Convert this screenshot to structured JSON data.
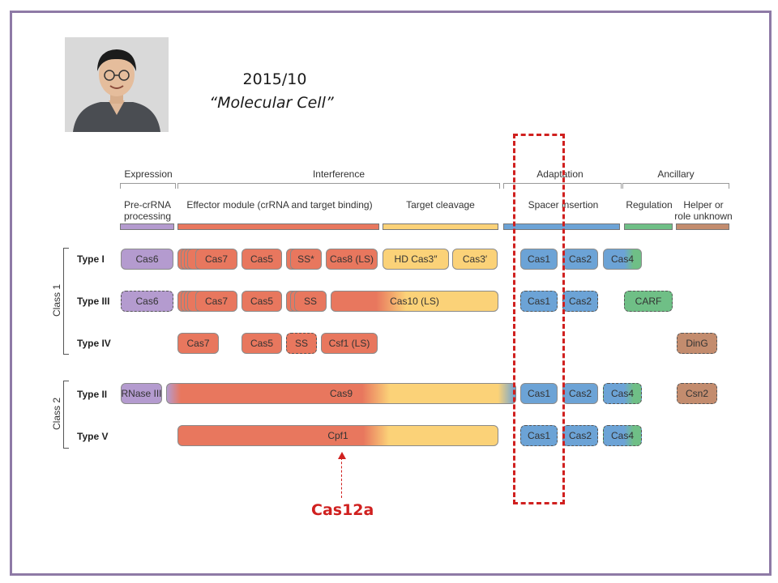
{
  "title": {
    "date": "2015/10",
    "journal": "“Molecular Cell”"
  },
  "columns": {
    "expression": "Expression",
    "interference": "Interference",
    "adaptation": "Adaptation",
    "ancillary": "Ancillary"
  },
  "subcolumns": {
    "precrrna_1": "Pre-crRNA",
    "precrrna_2": "processing",
    "effector": "Effector module (crRNA and target binding)",
    "cleavage": "Target cleavage",
    "spacer": "Spacer insertion",
    "regulation": "Regulation",
    "helper_1": "Helper or",
    "helper_2": "role unknown"
  },
  "classes": {
    "class1": "Class 1",
    "class2": "Class 2"
  },
  "rows": {
    "type1": "Type I",
    "type3": "Type III",
    "type4": "Type IV",
    "type2": "Type II",
    "type5": "Type V"
  },
  "proteins": {
    "t1": [
      "Cas6",
      "Cas7",
      "Cas5",
      "SS*",
      "Cas8 (LS)",
      "HD Cas3″",
      "Cas3′",
      "Cas1",
      "Cas2",
      "Cas4"
    ],
    "t3": [
      "Cas6",
      "Cas7",
      "Cas5",
      "SS",
      "Cas10 (LS)",
      "Cas1",
      "Cas2",
      "CARF"
    ],
    "t4": [
      "Cas7",
      "Cas5",
      "SS",
      "Csf1 (LS)",
      "DinG"
    ],
    "t2": [
      "RNase III",
      "Cas9",
      "Cas1",
      "Cas2",
      "Cas4",
      "Csn2"
    ],
    "t5": [
      "Cpf1",
      "Cas1",
      "Cas2",
      "Cas4"
    ]
  },
  "annotation": "Cas12a",
  "colors": {
    "expression": "#b49bcf",
    "interference": "#e8775e",
    "cleavage": "#fbd278",
    "adaptation": "#6ca3d6",
    "regulation": "#6fbf86",
    "helper": "#c38c6e",
    "highlight": "#d0201f",
    "frame": "#8e7aa6"
  }
}
